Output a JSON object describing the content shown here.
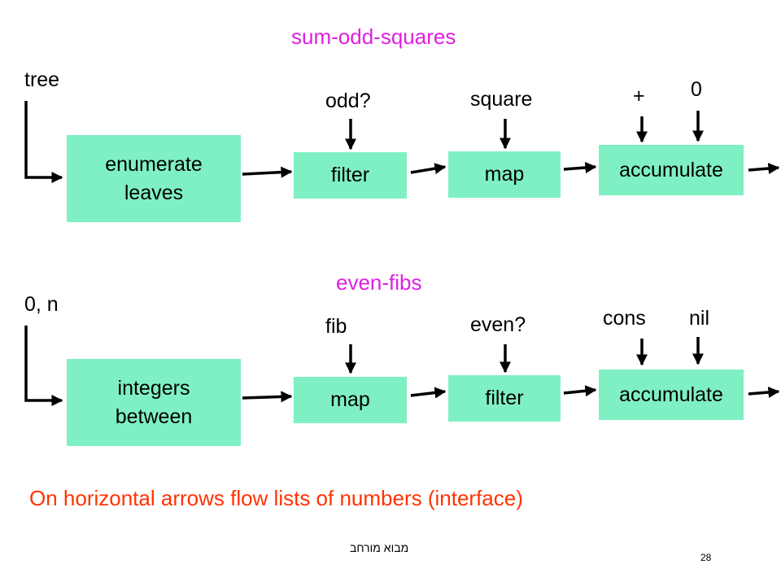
{
  "colors": {
    "box_fill": "#7ff0c4",
    "title": "#e020e0",
    "note": "#ff3300"
  },
  "top": {
    "title": "sum-odd-squares",
    "input_label": "tree",
    "box1": "enumerate\nleaves",
    "box2": "filter",
    "box3": "map",
    "box4": "accumulate",
    "box2_param": "odd?",
    "box3_param": "square",
    "box4_param_op": "+",
    "box4_param_init": "0"
  },
  "bottom": {
    "title": "even-fibs",
    "input_label": "0, n",
    "box1": "integers\nbetween",
    "box2": "map",
    "box3": "filter",
    "box4": "accumulate",
    "box2_param": "fib",
    "box3_param": "even?",
    "box4_param_op": "cons",
    "box4_param_init": "nil"
  },
  "note": "On horizontal arrows flow lists of numbers (interface)",
  "footer": "מבוא מורחב",
  "page_number": "28"
}
